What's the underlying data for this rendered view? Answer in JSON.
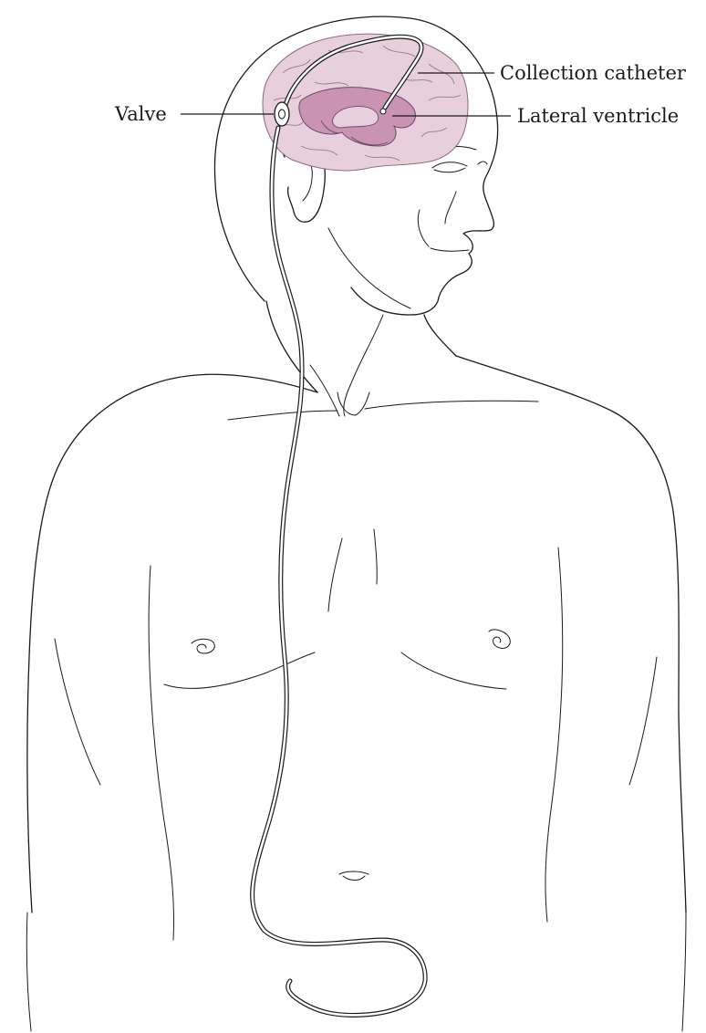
{
  "labels": {
    "collection_catheter": "Collection catheter",
    "valve": "Valve",
    "lateral_ventricle": "Lateral ventricle"
  },
  "colors": {
    "brain": "#e7cfdc",
    "ventricle": "#c994b4",
    "line": "#1a1a1a",
    "background": "#ffffff"
  }
}
